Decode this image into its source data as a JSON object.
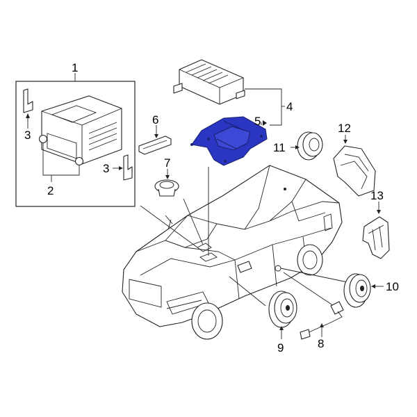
{
  "colors": {
    "highlight": "#2a35c2",
    "highlight_dark": "#1a2270",
    "line": "#222222",
    "background": "#ffffff"
  },
  "callouts": {
    "c1": "1",
    "c2": "2",
    "c3a": "3",
    "c3b": "3",
    "c4": "4",
    "c5": "5",
    "c6": "6",
    "c7": "7",
    "c8": "8",
    "c9": "9",
    "c10": "10",
    "c11": "11",
    "c12": "12",
    "c13": "13"
  },
  "highlighted_part": "5"
}
